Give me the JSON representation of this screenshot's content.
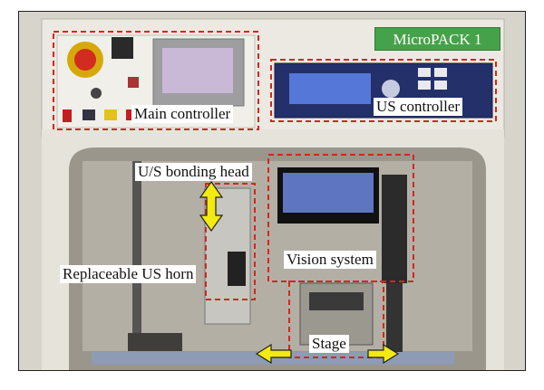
{
  "badge": {
    "text": "MicroPACK 1",
    "color": "#46a24a"
  },
  "labels": {
    "main_controller": "Main controller",
    "us_controller": "US controller",
    "bonding_head": "U/S bonding head",
    "vision_system": "Vision system",
    "replaceable_horn": "Replaceable US horn",
    "stage": "Stage"
  },
  "colors": {
    "highlight_box": "#d6261c",
    "arrow_fill": "#f2ea10",
    "machine_body": "#ece9e2",
    "cabinet_interior": "#a9a59b"
  },
  "icons": [
    "emergency-stop-button",
    "double-headed-arrow"
  ]
}
